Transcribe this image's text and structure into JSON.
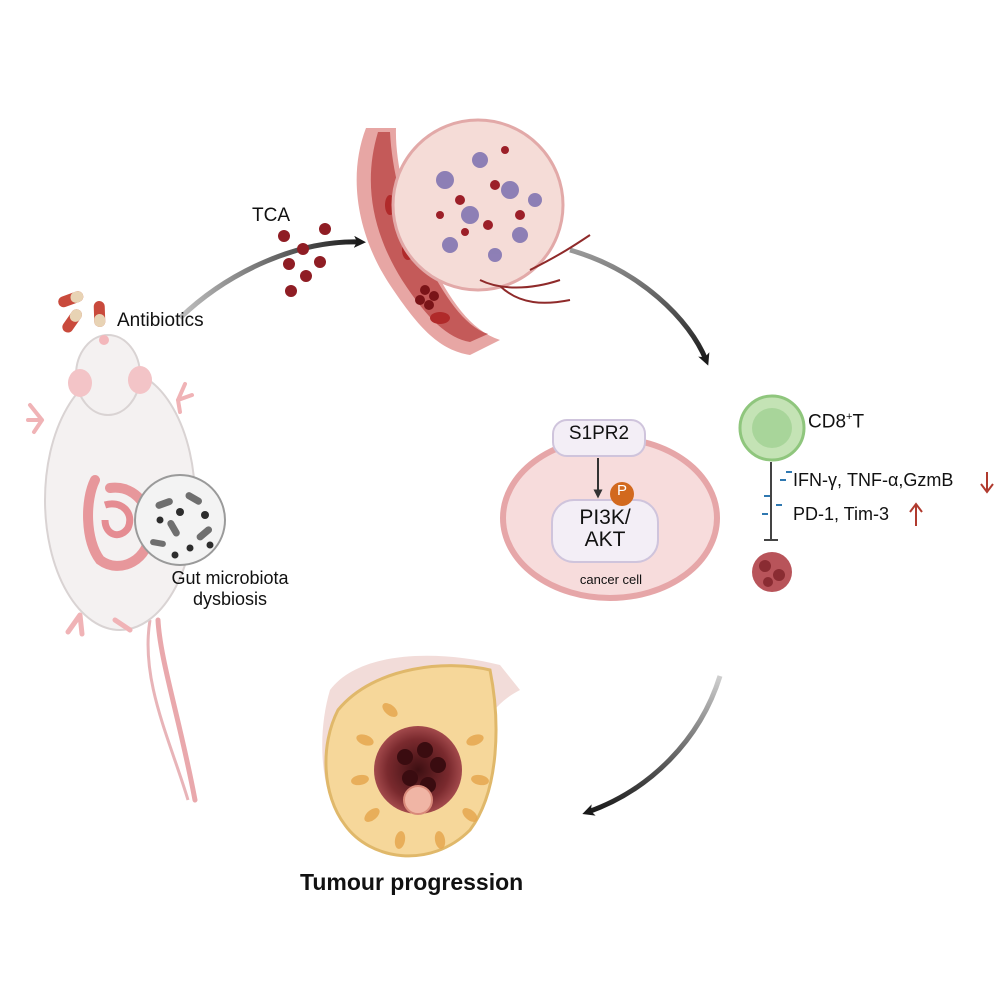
{
  "labels": {
    "antibiotics": "Antibiotics",
    "tca": "TCA",
    "gut_line1": "Gut microbiota",
    "gut_line2": "dysbiosis",
    "receptor": "S1PR2",
    "phospho": "P",
    "pathway_line1": "PI3K/",
    "pathway_line2": "AKT",
    "cancer_cell": "cancer cell",
    "cd8_main": "CD8",
    "cd8_sup": "+",
    "cd8_tail": "T",
    "cytokines": "IFN-γ, TNF-α,GzmB",
    "checkpoints": "PD-1, Tim-3",
    "outcome": "Tumour progression"
  },
  "colors": {
    "arrow": "#1a1a1a",
    "tca_dot": "#8f1d24",
    "vessel_wall": "#e7a6a4",
    "vessel_lumen": "#c45a59",
    "cancer_cell_fill": "#f7dcdc",
    "cancer_cell_border": "#e6a6a8",
    "cd8_cell": "#a8d59a",
    "phospho": "#d2691e",
    "down_arrow": "#b03a2e",
    "up_arrow": "#b03a2e",
    "tumor_core": "#5a1a1e",
    "breast_tissue": "#f6d79a"
  },
  "icons": {
    "mouse": "mouse-icon",
    "capsules": "capsule-icon",
    "bacteria": "bacteria-icon",
    "vessel": "blood-vessel-icon",
    "tumor": "tumor-icon",
    "t_cell": "t-cell-icon"
  }
}
